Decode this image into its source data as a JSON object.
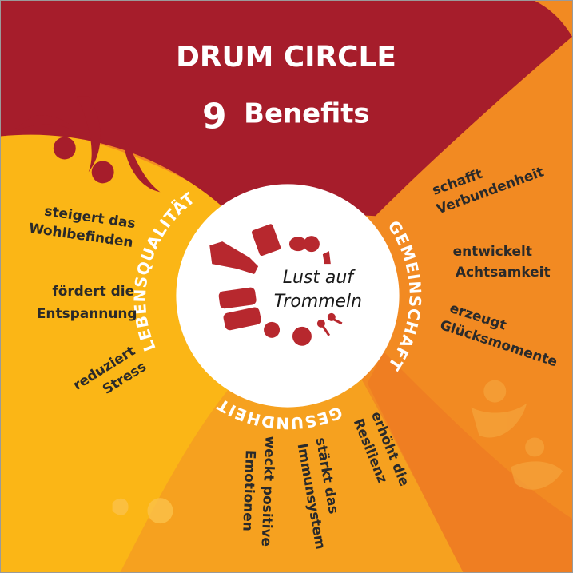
{
  "title": "DRUM CIRCLE",
  "subtitle_number": "9",
  "subtitle_text": "Benefits",
  "logo": {
    "line1": "Lust auf",
    "line2": "Trommeln"
  },
  "colors": {
    "red": "#a61d2b",
    "yellow": "#fbb616",
    "orange": "#f28a22",
    "light_orange": "#f6a11f",
    "white": "#ffffff"
  },
  "categories": [
    {
      "label": "LEBENSQUALITÄT",
      "items": [
        {
          "line1": "steigert das",
          "line2": "Wohlbefinden"
        },
        {
          "line1": "fördert die",
          "line2": "Entspannung"
        },
        {
          "line1": "reduziert",
          "line2": "Stress"
        }
      ]
    },
    {
      "label": "GEMEINSCHAFT",
      "items": [
        {
          "line1": "schafft",
          "line2": "Verbundenheit"
        },
        {
          "line1": "entwickelt",
          "line2": "Achtsamkeit"
        },
        {
          "line1": "erzeugt",
          "line2": "Glücksmomente"
        }
      ]
    },
    {
      "label": "GESUNDHEIT",
      "items": [
        {
          "line1": "erhöht die",
          "line2": "Resilienz"
        },
        {
          "line1": "stärkt das",
          "line2": "Immunsystem"
        },
        {
          "line1": "weckt positive",
          "line2": "Emotionen"
        }
      ]
    }
  ]
}
